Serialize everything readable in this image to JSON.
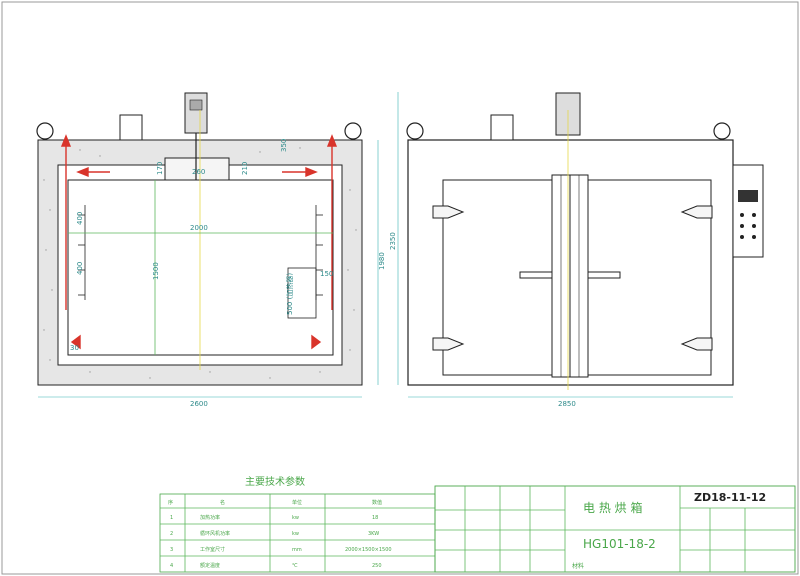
{
  "left_view": {
    "dims": {
      "total_width": "2600",
      "inner_width": "2000",
      "inner_height": "1500",
      "outer_height": "1980",
      "fan_height": "170",
      "fan_width": "260",
      "fan_side": "210",
      "top_wall": "350",
      "rack_upper": "400",
      "rack_lower": "400",
      "heater_note": "500 (加热器)",
      "heater_offset": "150",
      "bottom_gap": "30"
    }
  },
  "right_view": {
    "dims": {
      "total_width": "2850",
      "total_height": "2350"
    }
  },
  "table": {
    "title": "主要技术参数",
    "header": [
      "序",
      "名",
      "单位",
      "数值"
    ],
    "rows": [
      {
        "no": "1",
        "name": "加热功率",
        "unit": "kw",
        "value": "18"
      },
      {
        "no": "2",
        "name": "循环风机功率",
        "unit": "kw",
        "value": "3KW"
      },
      {
        "no": "3",
        "name": "工作室尺寸",
        "unit": "mm",
        "value": "2000×1500×1500"
      },
      {
        "no": "4",
        "name": "额定温度",
        "unit": "℃",
        "value": "250"
      }
    ]
  },
  "title_block": {
    "product_name": "电 热 烘 箱",
    "model": "HG101-18-2",
    "drawing_no": "ZD18-11-12",
    "material_label": "材料"
  },
  "colors": {
    "outline": "#222222",
    "dimension": "#2d8a8a",
    "table": "#4aa74a",
    "arrow": "#d9342b",
    "centerline": "#e6d84a"
  }
}
